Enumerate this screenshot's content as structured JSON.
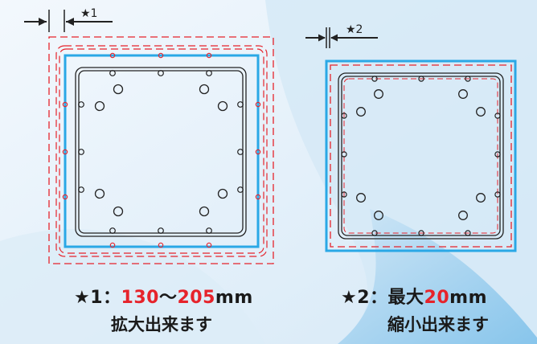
{
  "colors": {
    "background": "#e9f3fb",
    "accent_blue": "#2aa8e6",
    "dashed_red": "#e6232b",
    "line_black": "#222222",
    "highlight_red": "#e6232b"
  },
  "left_diagram": {
    "marker": "★1"
  },
  "right_diagram": {
    "marker": "★2"
  },
  "caption_left": {
    "star": "★1：",
    "value1": "130",
    "tilde": "～",
    "value2": "205",
    "unit": "mm",
    "line2": "拡大出来ます"
  },
  "caption_right": {
    "star": "★2：",
    "prefix": "最大",
    "value": "20",
    "unit": "mm",
    "line2": "縮小出来ます"
  }
}
